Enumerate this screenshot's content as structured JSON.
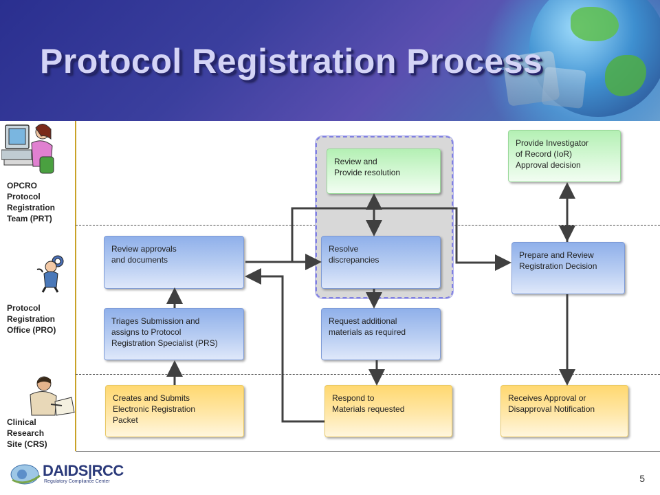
{
  "title": "Protocol Registration Process",
  "page_number": "5",
  "logo": {
    "text": "DAIDS|RCC",
    "subtitle": "Regulatory Compliance Center"
  },
  "lanes": [
    {
      "label": "OPCRO\nProtocol\nRegistration\nTeam (PRT)"
    },
    {
      "label": "Protocol\nRegistration\nOffice  (PRO)"
    },
    {
      "label": "Clinical\nResearch\n  Site (CRS)"
    }
  ],
  "steps": {
    "review_provide_resolution": "Review and\nProvide resolution",
    "provide_ior_decision": "Provide Investigator\nof Record (IoR)\nApproval decision",
    "review_approvals": "Review approvals\nand documents",
    "resolve_discrepancies": "Resolve\ndiscrepancies",
    "prepare_review_decision": "Prepare and Review\nRegistration Decision",
    "triages_submission": "Triages Submission and\nassigns to Protocol\nRegistration Specialist (PRS)",
    "request_additional": "Request additional\nmaterials  as required",
    "creates_submits": "Creates and Submits\nElectronic Registration\nPacket",
    "respond_materials": "Respond to\nMaterials requested",
    "receives_notification": "Receives Approval or\nDisapproval Notification"
  },
  "colors": {
    "blue_box": "#b8cdf2",
    "green_box": "#d6f8d6",
    "yellow_box": "#ffe7a8",
    "arrow": "#404040",
    "title_text": "#d4d4f6"
  },
  "icons": [
    "person-at-computer-icon",
    "person-with-magnifier-icon",
    "person-writing-icon",
    "globe-icon",
    "computer-monitor-icon"
  ]
}
